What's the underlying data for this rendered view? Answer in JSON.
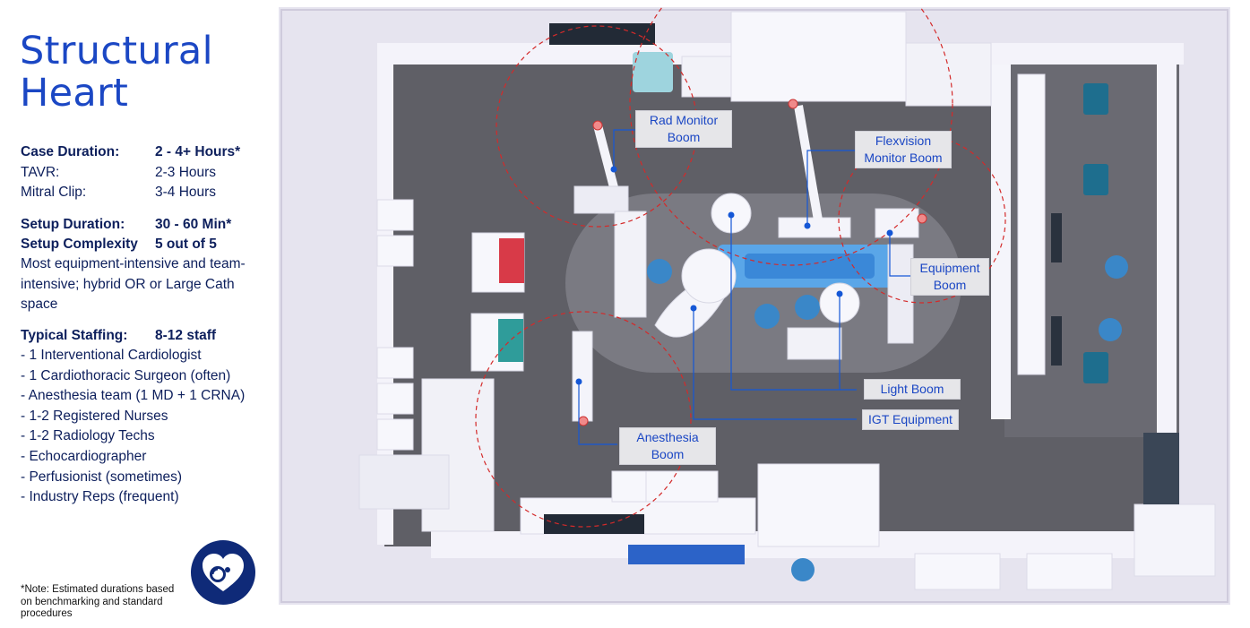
{
  "title_lines": [
    "Structural",
    "Heart"
  ],
  "case_duration": {
    "label": "Case Duration:",
    "value": "2 - 4+ Hours*"
  },
  "tavr": {
    "label": "TAVR:",
    "value": "2-3 Hours"
  },
  "mitral": {
    "label": "Mitral Clip:",
    "value": "3-4 Hours"
  },
  "setup_duration": {
    "label": "Setup Duration:",
    "value": "30 - 60 Min*"
  },
  "setup_complexity": {
    "label": "Setup Complexity",
    "value": "5 out of 5"
  },
  "setup_note": "Most equipment-intensive and team-intensive; hybrid OR or Large Cath space",
  "typical_staffing": {
    "label": "Typical Staffing:",
    "value": "8-12 staff"
  },
  "staff_items": [
    "- 1 Interventional Cardiologist",
    "- 1 Cardiothoracic Surgeon (often)",
    "- Anesthesia team (1 MD + 1 CRNA)",
    "- 1-2 Registered Nurses",
    "- 1-2 Radiology Techs",
    "- Echocardiographer",
    "- Perfusionist (sometimes)",
    "- Industry Reps (frequent)"
  ],
  "footnote": "*Note: Estimated durations based on benchmarking and standard procedures",
  "logo_icon": "heart-icon",
  "colors": {
    "title": "#1b47c4",
    "text": "#0d1f5c",
    "logo": "#0f2a78",
    "callout": "#1557d6",
    "boom_radius": "#d42a2a"
  },
  "callouts": {
    "rad_monitor": [
      "Rad Monitor",
      "Boom"
    ],
    "flexvision": [
      "Flexvision",
      "Monitor Boom"
    ],
    "equipment": [
      "Equipment",
      "Boom"
    ],
    "light": [
      "Light Boom"
    ],
    "igt": [
      "IGT Equipment"
    ],
    "anesthesia": [
      "Anesthesia",
      "Boom"
    ]
  }
}
